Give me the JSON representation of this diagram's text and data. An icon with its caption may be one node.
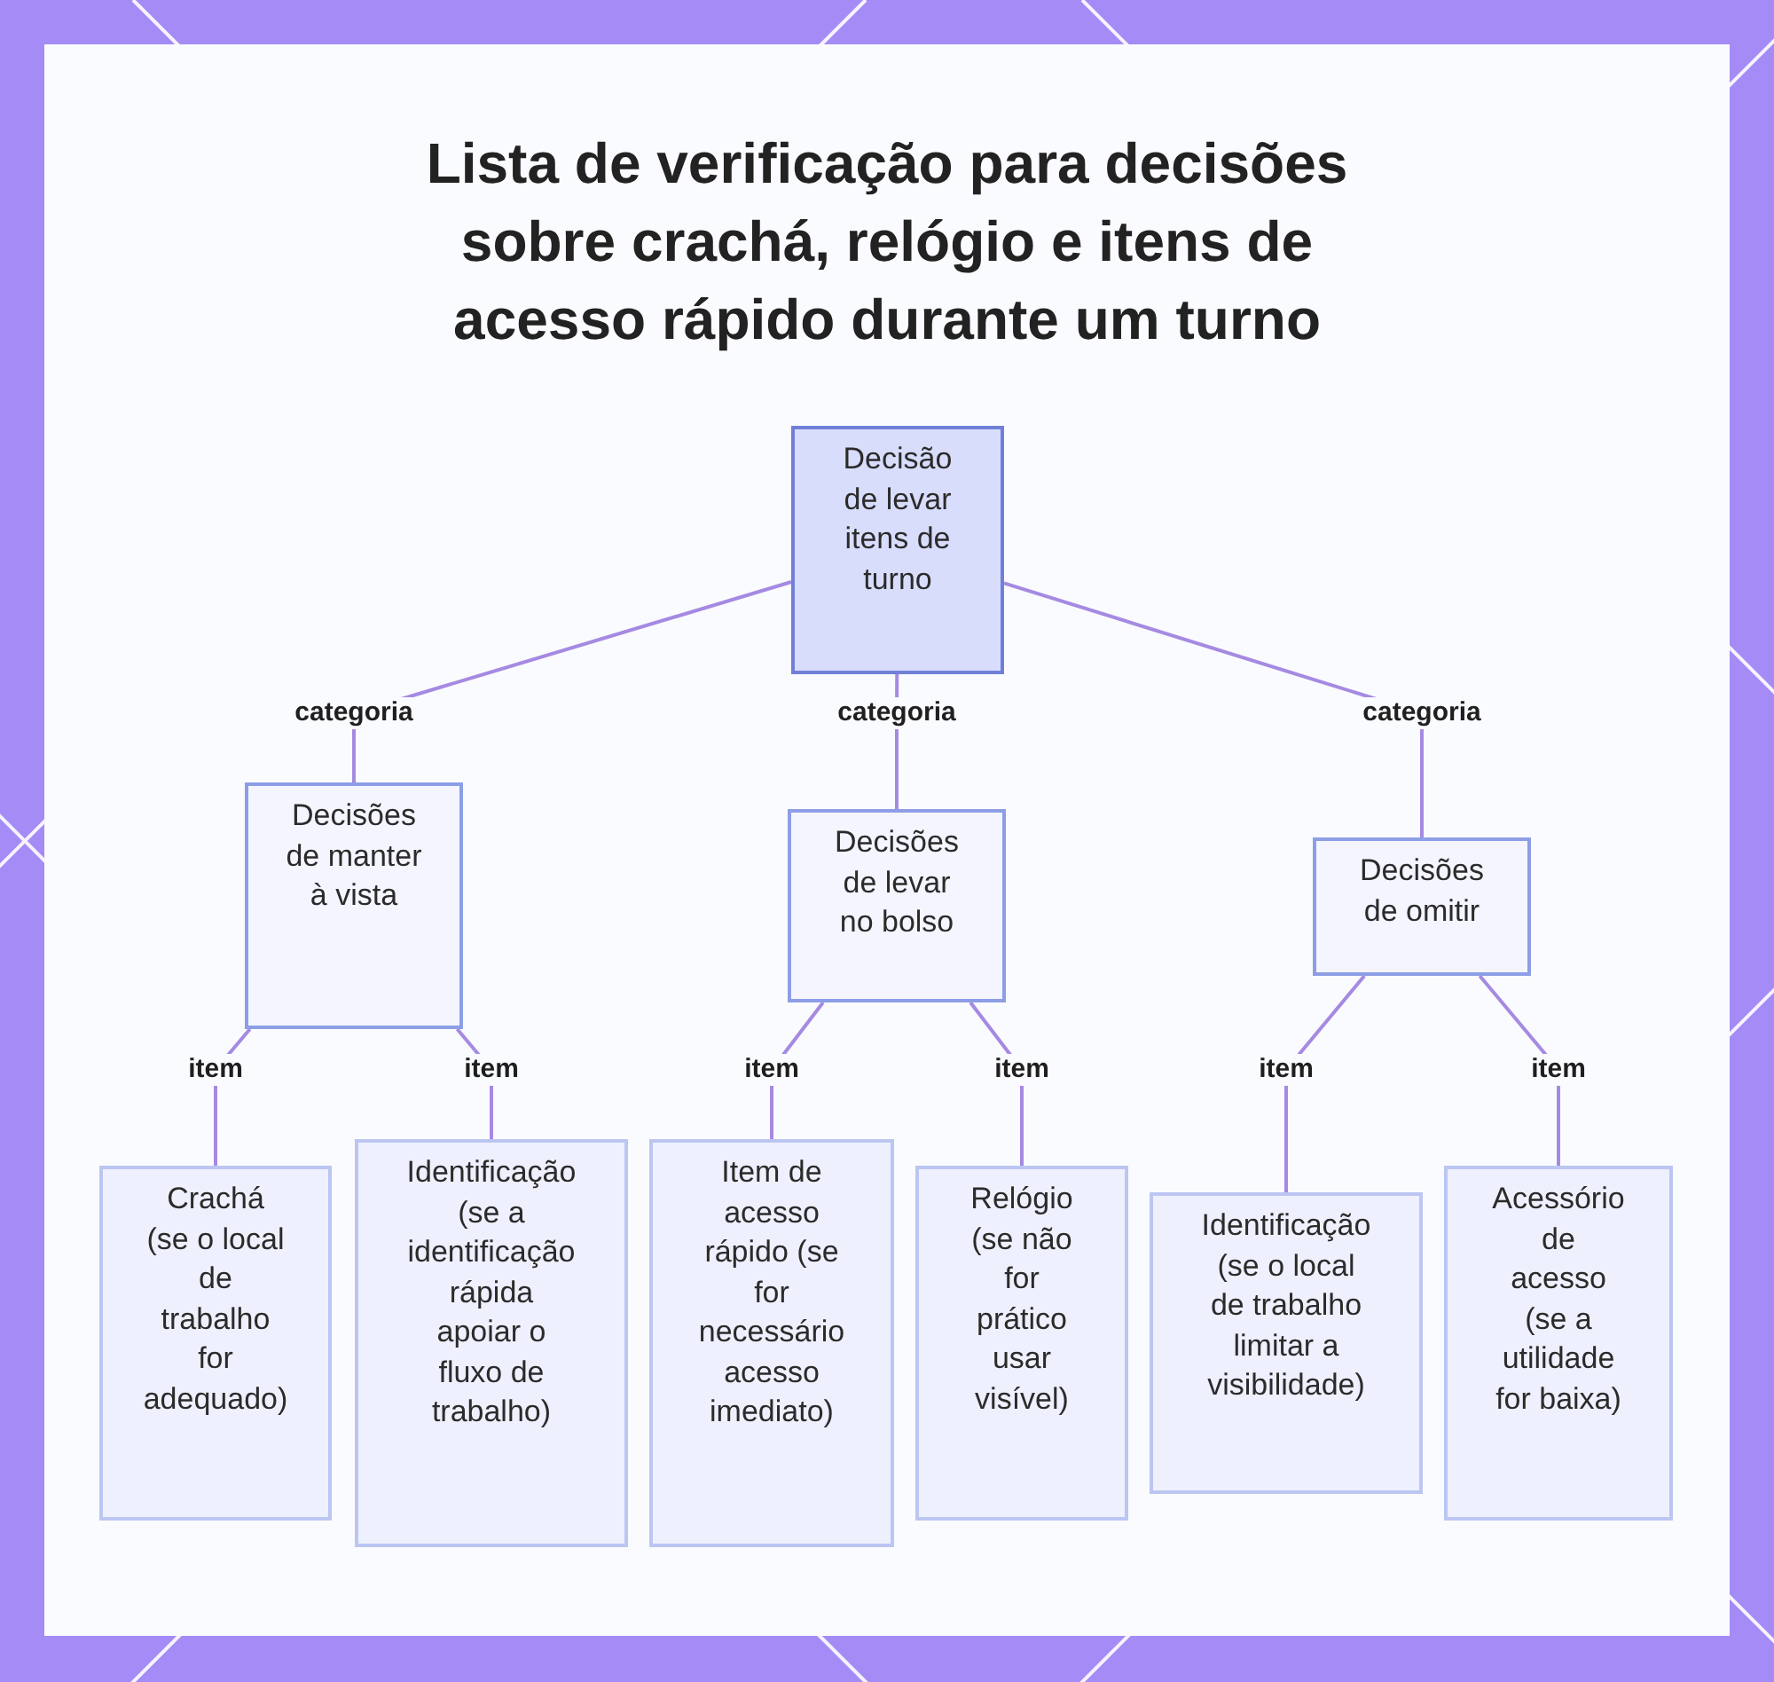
{
  "diagram": {
    "title": "Lista de verificação para decisões sobre crachá, relógio e itens de acesso rápido durante um turno",
    "nodes": [
      {
        "text": [
          "Decisão de levar itens de turno"
        ]
      },
      {
        "text": [
          "Decisões de manter à vista"
        ]
      },
      {
        "text": [
          "Decisões de levar no bolso"
        ]
      },
      {
        "text": [
          "Decisões de omitir"
        ]
      },
      {
        "text": [
          "Crachá (se o local de trabalho for adequado)"
        ]
      },
      {
        "text": [
          "Identificação (se a identificação rápida apoiar o fluxo de trabalho)"
        ]
      },
      {
        "text": [
          "Item de acesso rápido (se for necessário acesso imediato)"
        ]
      },
      {
        "text": [
          "Relógio (se não for prático usar visível)"
        ]
      },
      {
        "text": [
          "Identificação (se o local de trabalho limitar a visibilidade)"
        ]
      },
      {
        "text": [
          "Acessório de acesso (se a utilidade for baixa)"
        ]
      }
    ],
    "edges": [
      {
        "from": 0,
        "to": 1,
        "arrow": "none",
        "label": "categoria"
      },
      {
        "from": 0,
        "to": 2,
        "arrow": "none",
        "label": "categoria"
      },
      {
        "from": 0,
        "to": 3,
        "arrow": "none",
        "label": "categoria"
      },
      {
        "from": 1,
        "to": 4,
        "arrow": "none",
        "label": "item"
      },
      {
        "from": 1,
        "to": 5,
        "arrow": "none",
        "label": "item"
      },
      {
        "from": 2,
        "to": 6,
        "arrow": "none",
        "label": "item"
      },
      {
        "from": 2,
        "to": 7,
        "arrow": "none",
        "label": "item"
      },
      {
        "from": 3,
        "to": 8,
        "arrow": "none",
        "label": "item"
      },
      {
        "from": 3,
        "to": 9,
        "arrow": "none",
        "label": "item"
      }
    ]
  }
}
